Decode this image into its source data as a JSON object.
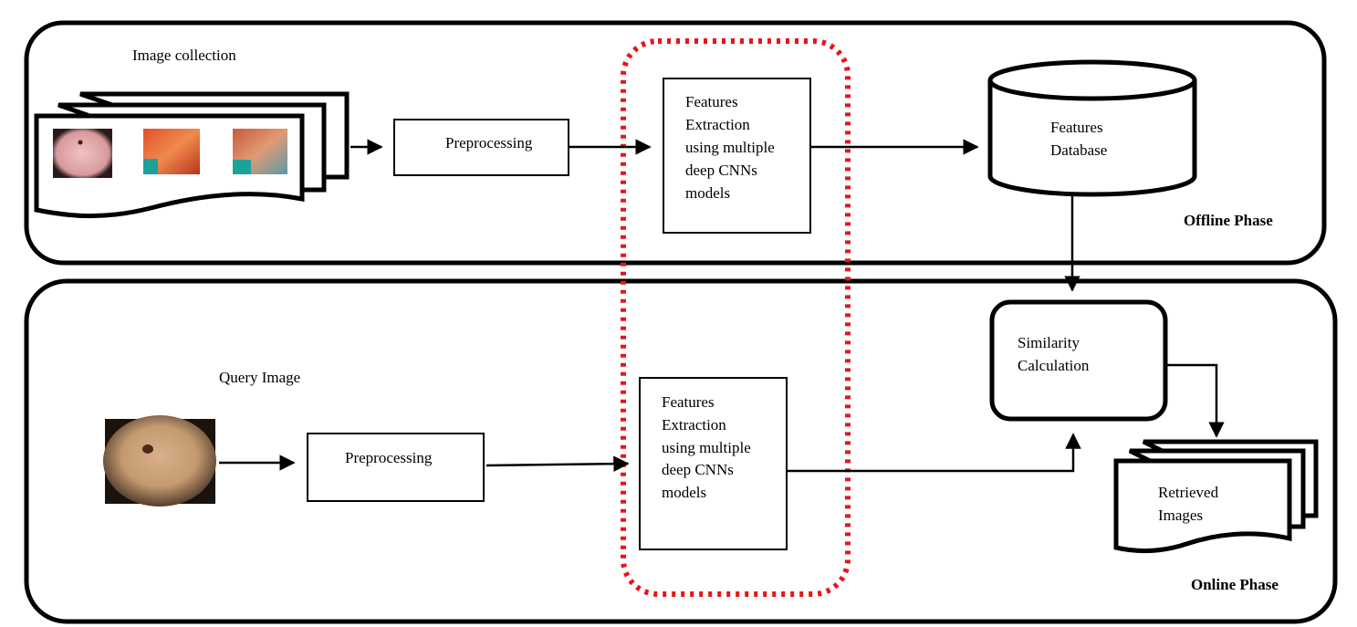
{
  "offline_phase": {
    "label": "Offline Phase",
    "image_collection_label": "Image collection",
    "preprocessing_label": "Preprocessing",
    "features_extraction_lines": [
      "Features",
      "Extraction",
      "using multiple",
      "deep CNNs",
      "models"
    ],
    "features_database_lines": [
      "Features",
      "Database"
    ]
  },
  "online_phase": {
    "label": "Online Phase",
    "query_image_label": "Query Image",
    "preprocessing_label": "Preprocessing",
    "features_extraction_lines": [
      "Features",
      "Extraction",
      "using multiple",
      "deep CNNs",
      "models"
    ],
    "similarity_lines": [
      "Similarity",
      "Calculation"
    ],
    "retrieved_lines": [
      "Retrieved",
      "Images"
    ]
  },
  "colors": {
    "highlight_border": "#e8141c",
    "stroke": "#000000"
  }
}
